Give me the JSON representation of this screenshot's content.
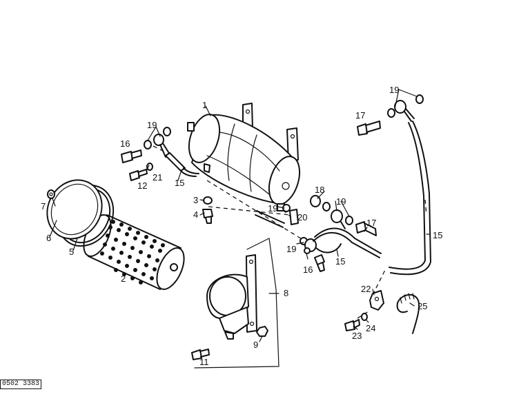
{
  "drawing_code": "0502 3383",
  "callouts": {
    "c1": "1",
    "c2": "2",
    "c3": "3",
    "c4": "4",
    "c5": "5",
    "c6": "6",
    "c7": "7",
    "c8": "8",
    "c9": "9",
    "c11": "11",
    "c12": "12",
    "c15a": "15",
    "c15b": "15",
    "c15c": "15",
    "c16a": "16",
    "c16b": "16",
    "c17a": "17",
    "c17b": "17",
    "c18": "18",
    "c19a": "19",
    "c19b": "19",
    "c19c": "19",
    "c19d": "19",
    "c19e": "19",
    "c20": "20",
    "c21": "21",
    "c22": "22",
    "c23": "23",
    "c24": "24",
    "c25": "25"
  }
}
